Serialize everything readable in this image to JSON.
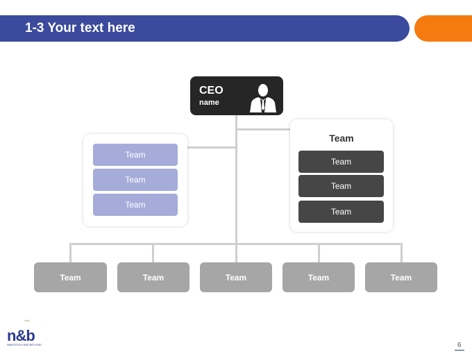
{
  "header": {
    "title": "1-3 Your text here"
  },
  "ceo": {
    "title": "CEO",
    "name": "name"
  },
  "left_panel": {
    "teams": [
      "Team",
      "Team",
      "Team"
    ]
  },
  "right_panel": {
    "title": "Team",
    "teams": [
      "Team",
      "Team",
      "Team"
    ]
  },
  "bottom_row": {
    "teams": [
      "Team",
      "Team",
      "Team",
      "Team",
      "Team"
    ]
  },
  "footer": {
    "logo_text": "n&b",
    "logo_tagline": "NANOTECH AND BEYOND",
    "page_number": "6"
  },
  "colors": {
    "title_bar": "#3b4a9c",
    "accent": "#f57b11",
    "ceo_box": "#262626",
    "team_light": "#a6acd9",
    "team_dark": "#464646",
    "team_gray": "#a6a6a6"
  }
}
